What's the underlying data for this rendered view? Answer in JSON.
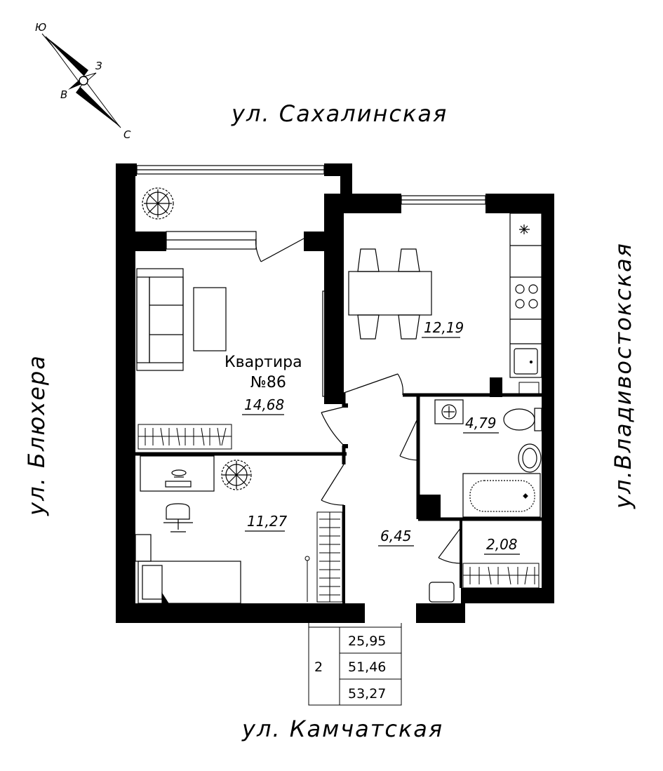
{
  "streets": {
    "top": "ул. Сахалинская",
    "bottom": "ул. Камчатская",
    "left": "ул. Блюхера",
    "right": "ул.Владивостокская"
  },
  "compass": {
    "north": "С",
    "south": "Ю",
    "east": "В",
    "west": "З"
  },
  "apartment": {
    "title": "Квартира",
    "number": "№86"
  },
  "rooms": {
    "living": "14,68",
    "kitchen": "12,19",
    "bedroom": "11,27",
    "bathroom": "4,79",
    "hall": "6,45",
    "storage": "2,08"
  },
  "summary": {
    "rooms_count": "2",
    "living_area": "25,95",
    "total_area": "51,46",
    "total_with_balcony": "53,27"
  }
}
